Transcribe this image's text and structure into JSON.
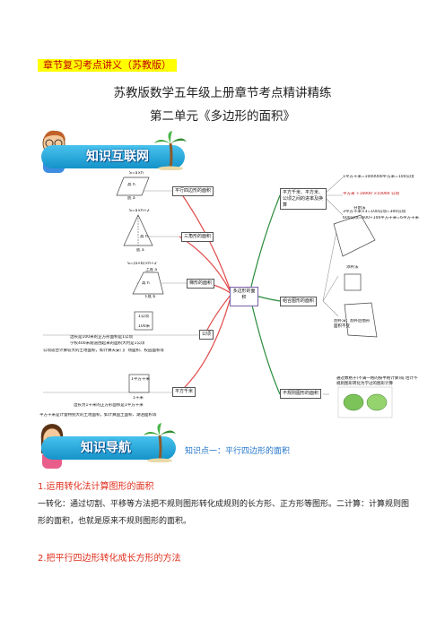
{
  "header": {
    "tag": "章节复习考点讲义（苏教版）",
    "title": "苏教版数学五年级上册章节考点精讲精练",
    "subtitle": "第二单元《多边形的面积》"
  },
  "sections": {
    "knowledge_web_label": "知识互联网",
    "knowledge_nav_label": "知识导航",
    "point1_title": "知识点一：平行四边形的面积",
    "heading1": "1.运用转化法计算图形的面积",
    "para1": "一转化：通过切割、平移等方法把不规则图形转化成规则的长方形、正方形等图形。二计算：计算规则图形的面积，也就是原来不规则图形的面积。",
    "heading2": "2.把平行四边形转化成长方形的方法"
  },
  "mindmap": {
    "center": "多边形的面积",
    "left": [
      {
        "label": "平行四边形的面积",
        "formula": "S=a×h",
        "notes": [
          "底 a",
          "高 h"
        ]
      },
      {
        "label": "三角形的面积",
        "formula": "S=a×h÷2",
        "notes": [
          "高 h",
          "底 a"
        ]
      },
      {
        "label": "梯形的面积",
        "formula": "S=(a+b)×h÷2",
        "notes": [
          "上底 a",
          "高 h",
          "下底 b"
        ]
      },
      {
        "label": "公顷",
        "notes": [
          "1公顷",
          "100米",
          "边长是100米的正方形面积是1公顷",
          "学校400米跑道围起来的面积大约是1公顷",
          "公顷适合计算较大的土地面积，如计算天安门广场面积、校园面积等"
        ]
      },
      {
        "label": "平方千米",
        "notes": [
          "1平方千米",
          "1千米",
          "边长为1千米的正方形面积是1平方千米",
          "平方千米是计量特别大的土地面积，如计算国土面积、湖泊面积等"
        ]
      }
    ],
    "right": [
      {
        "label": "平方千米、平方米、公顷之间的进率及换算",
        "notes": [
          "1平方千米=1000000平方米=100公顷",
          "平方米 ÷10000 ×10000 公顷",
          "3平方千米×3=100公顷=300公顷",
          "600公顷=600÷100平方千米=6平方千米"
        ]
      },
      {
        "label": "组合图形的面积",
        "notes": [
          "分割法",
          "添补法",
          "割补法：割补后图形面积不变"
        ]
      },
      {
        "label": "不规则图形的面积",
        "notes": [
          "通过数格子(不满一格的按半格计算)或 估计不规则图形转化为学过的图形计算"
        ]
      }
    ]
  }
}
